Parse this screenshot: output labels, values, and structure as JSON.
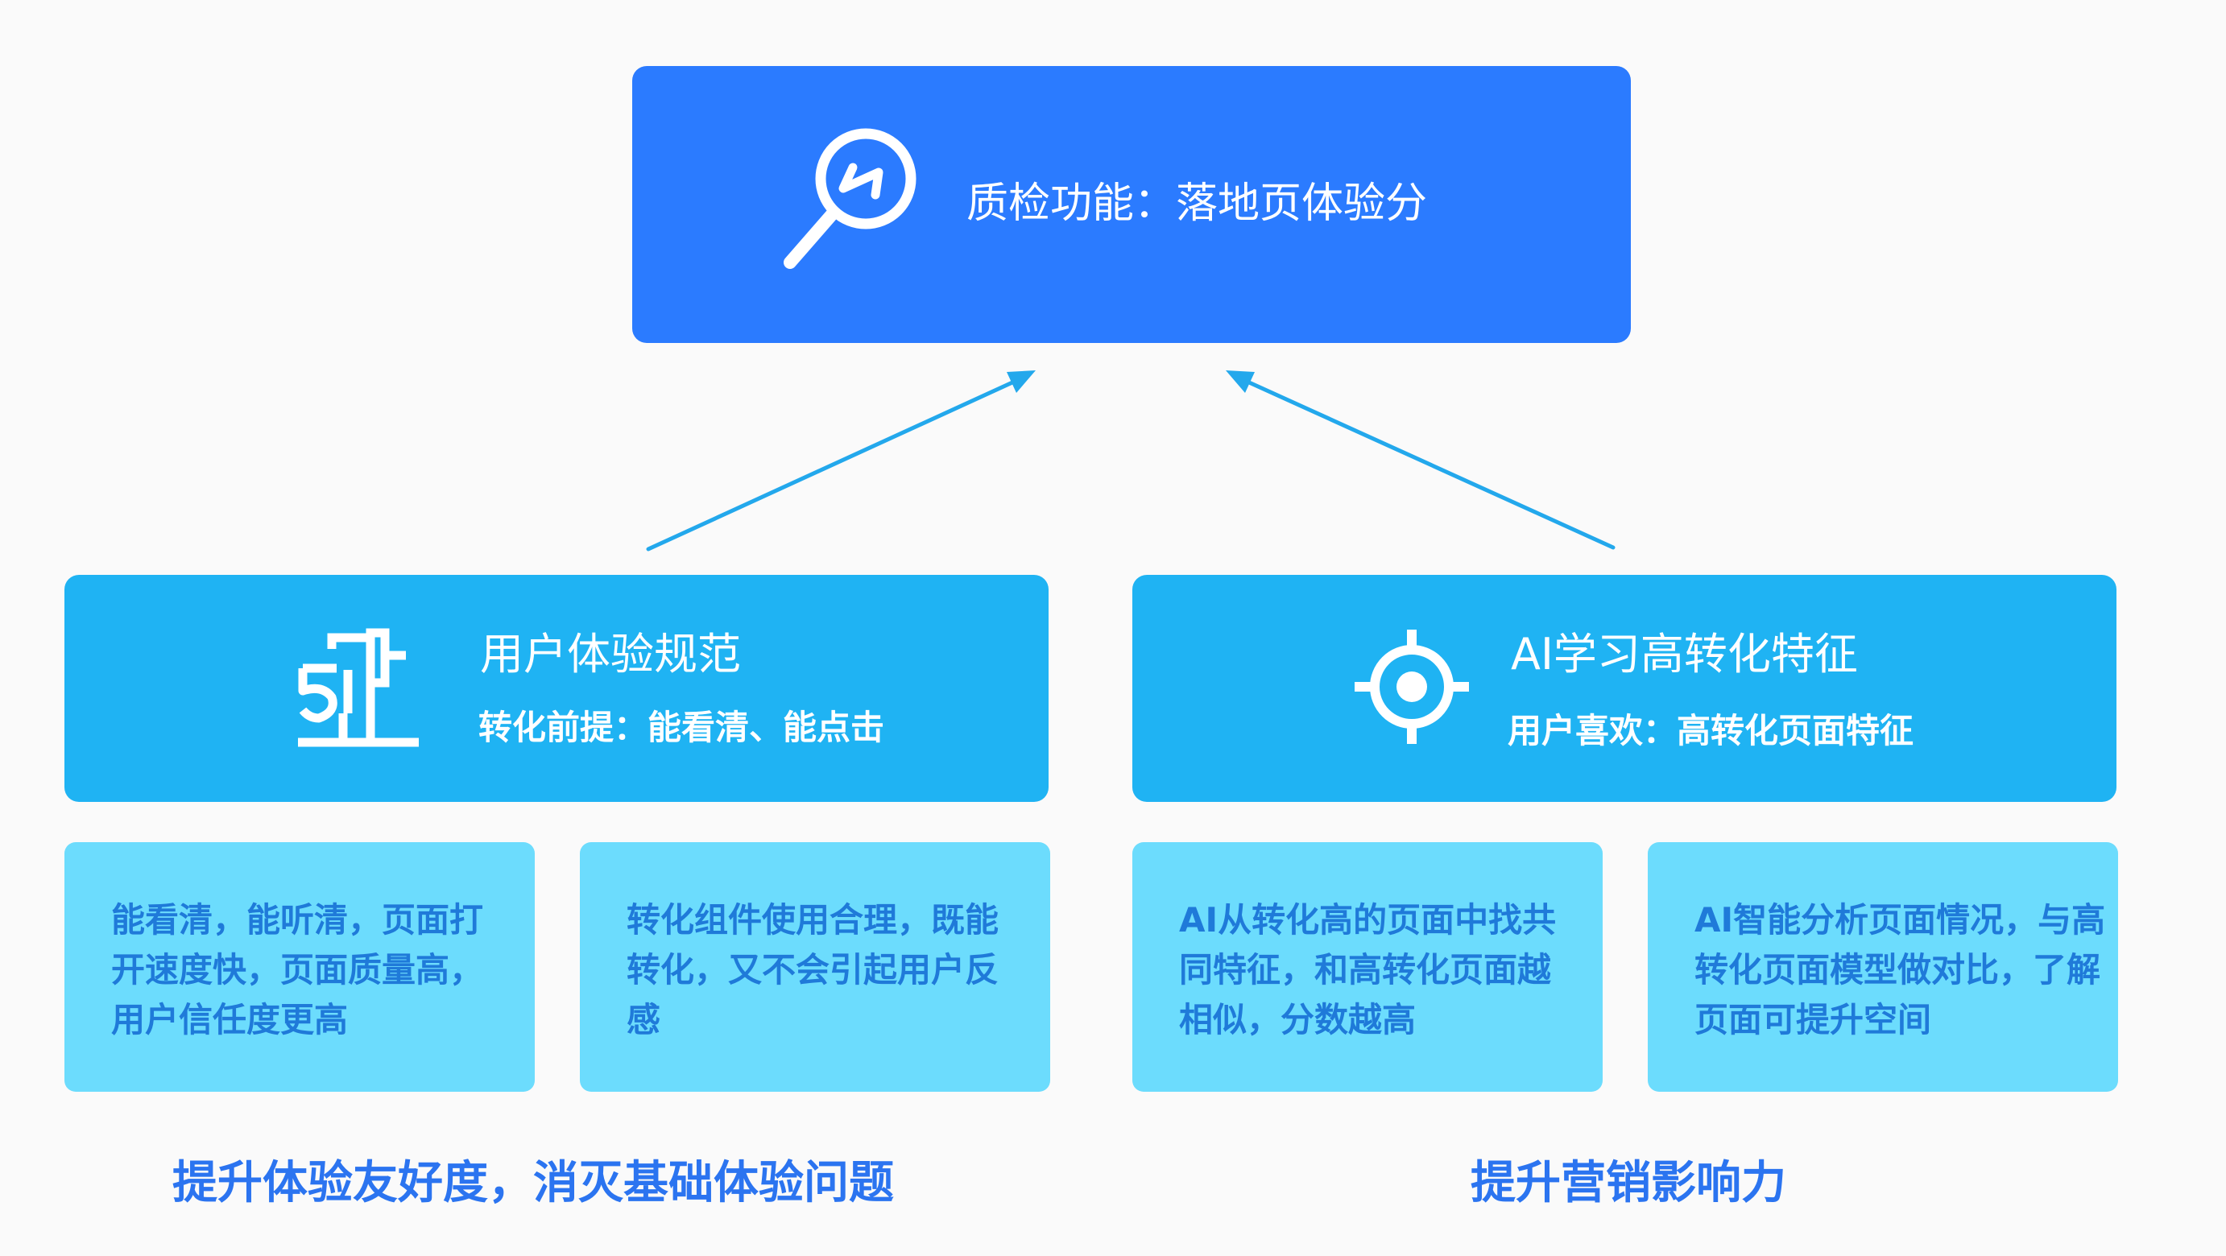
{
  "top": {
    "title": "质检功能：落地页体验分",
    "icon": "magnifier-lightning-icon"
  },
  "left": {
    "title": "用户体验规范",
    "subtitle": "转化前提：能看清、能点击",
    "icon": "ruler-stand-icon",
    "cards": [
      "能看清，能听清，页面打开速度快，页面质量高，用户信任度更高",
      "转化组件使用合理，既能转化，又不会引起用户反感"
    ],
    "footer": "提升体验友好度，消灭基础体验问题"
  },
  "right": {
    "title": "AI学习高转化特征",
    "subtitle": "用户喜欢：高转化页面特征",
    "icon": "target-crosshair-icon",
    "cards": [
      "AI从转化高的页面中找共同特征，和高转化页面越相似，分数越高",
      "AI智能分析页面情况，与高转化页面模型做对比，了解页面可提升空间"
    ],
    "footer": "提升营销影响力"
  },
  "colors": {
    "background": "#fafafa",
    "top_box": "#2b7bff",
    "mid_box": "#1fb3f3",
    "card": "#6cdcfd",
    "card_text": "#1f7ad9",
    "footer_text": "#2b74f0",
    "arrow": "#23a8ec"
  }
}
